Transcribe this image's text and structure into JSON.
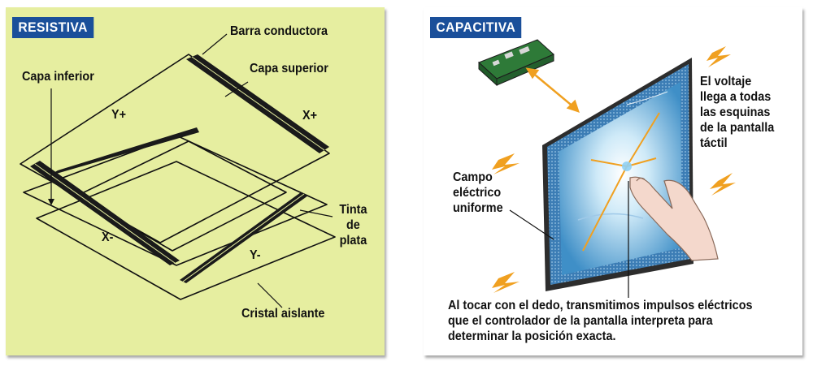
{
  "resistive": {
    "title": "RESISTIVA",
    "labels": {
      "barra_conductora": "Barra conductora",
      "capa_inferior": "Capa inferior",
      "capa_superior": "Capa superior",
      "y_plus": "Y+",
      "x_plus": "X+",
      "x_minus": "X-",
      "y_minus": "Y-",
      "tinta_de_plata": [
        "Tinta",
        "de",
        "plata"
      ],
      "cristal_aislante": "Cristal aislante"
    },
    "colors": {
      "background": "#e6eea0",
      "badge": "#1a4f9a"
    }
  },
  "capacitive": {
    "title": "CAPACITIVA",
    "labels": {
      "el_voltaje": [
        "El voltaje",
        "llega a todas",
        "las esquinas",
        "de la pantalla",
        "táctil"
      ],
      "campo_electrico": [
        "Campo",
        "eléctrico",
        "uniforme"
      ],
      "caption": [
        "Al tocar con el dedo, transmitimos impulsos eléctricos",
        "que el controlador de la pantalla interpreta para",
        "determinar la posición exacta."
      ]
    },
    "colors": {
      "background": "#ffffff",
      "badge": "#1a4f9a",
      "spark": "#f0a020"
    }
  }
}
